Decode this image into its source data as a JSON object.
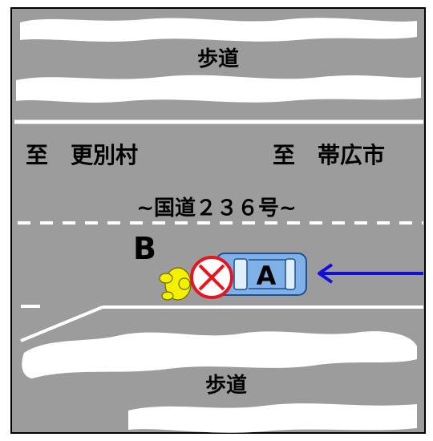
{
  "labels": {
    "sidewalk_top": "歩道",
    "sidewalk_bottom": "歩道",
    "to_left": "至　更別村",
    "to_right": "至　帯広市",
    "route": "~国道２３６号~",
    "pedestrian": "B",
    "car": "A"
  },
  "colors": {
    "road": "#9c9c9c",
    "line": "#ffffff",
    "snow": "#ffffff",
    "car_body": "#7fb0e6",
    "car_outline": "#1f4f99",
    "pedestrian": "#f5f000",
    "collision_mark": "#e8141e",
    "direction_arrow": "#1010d8"
  },
  "icons": {
    "car": "car-icon",
    "pedestrian": "pedestrian-icon",
    "collision": "collision-x-icon",
    "arrow": "arrow-left-icon"
  }
}
